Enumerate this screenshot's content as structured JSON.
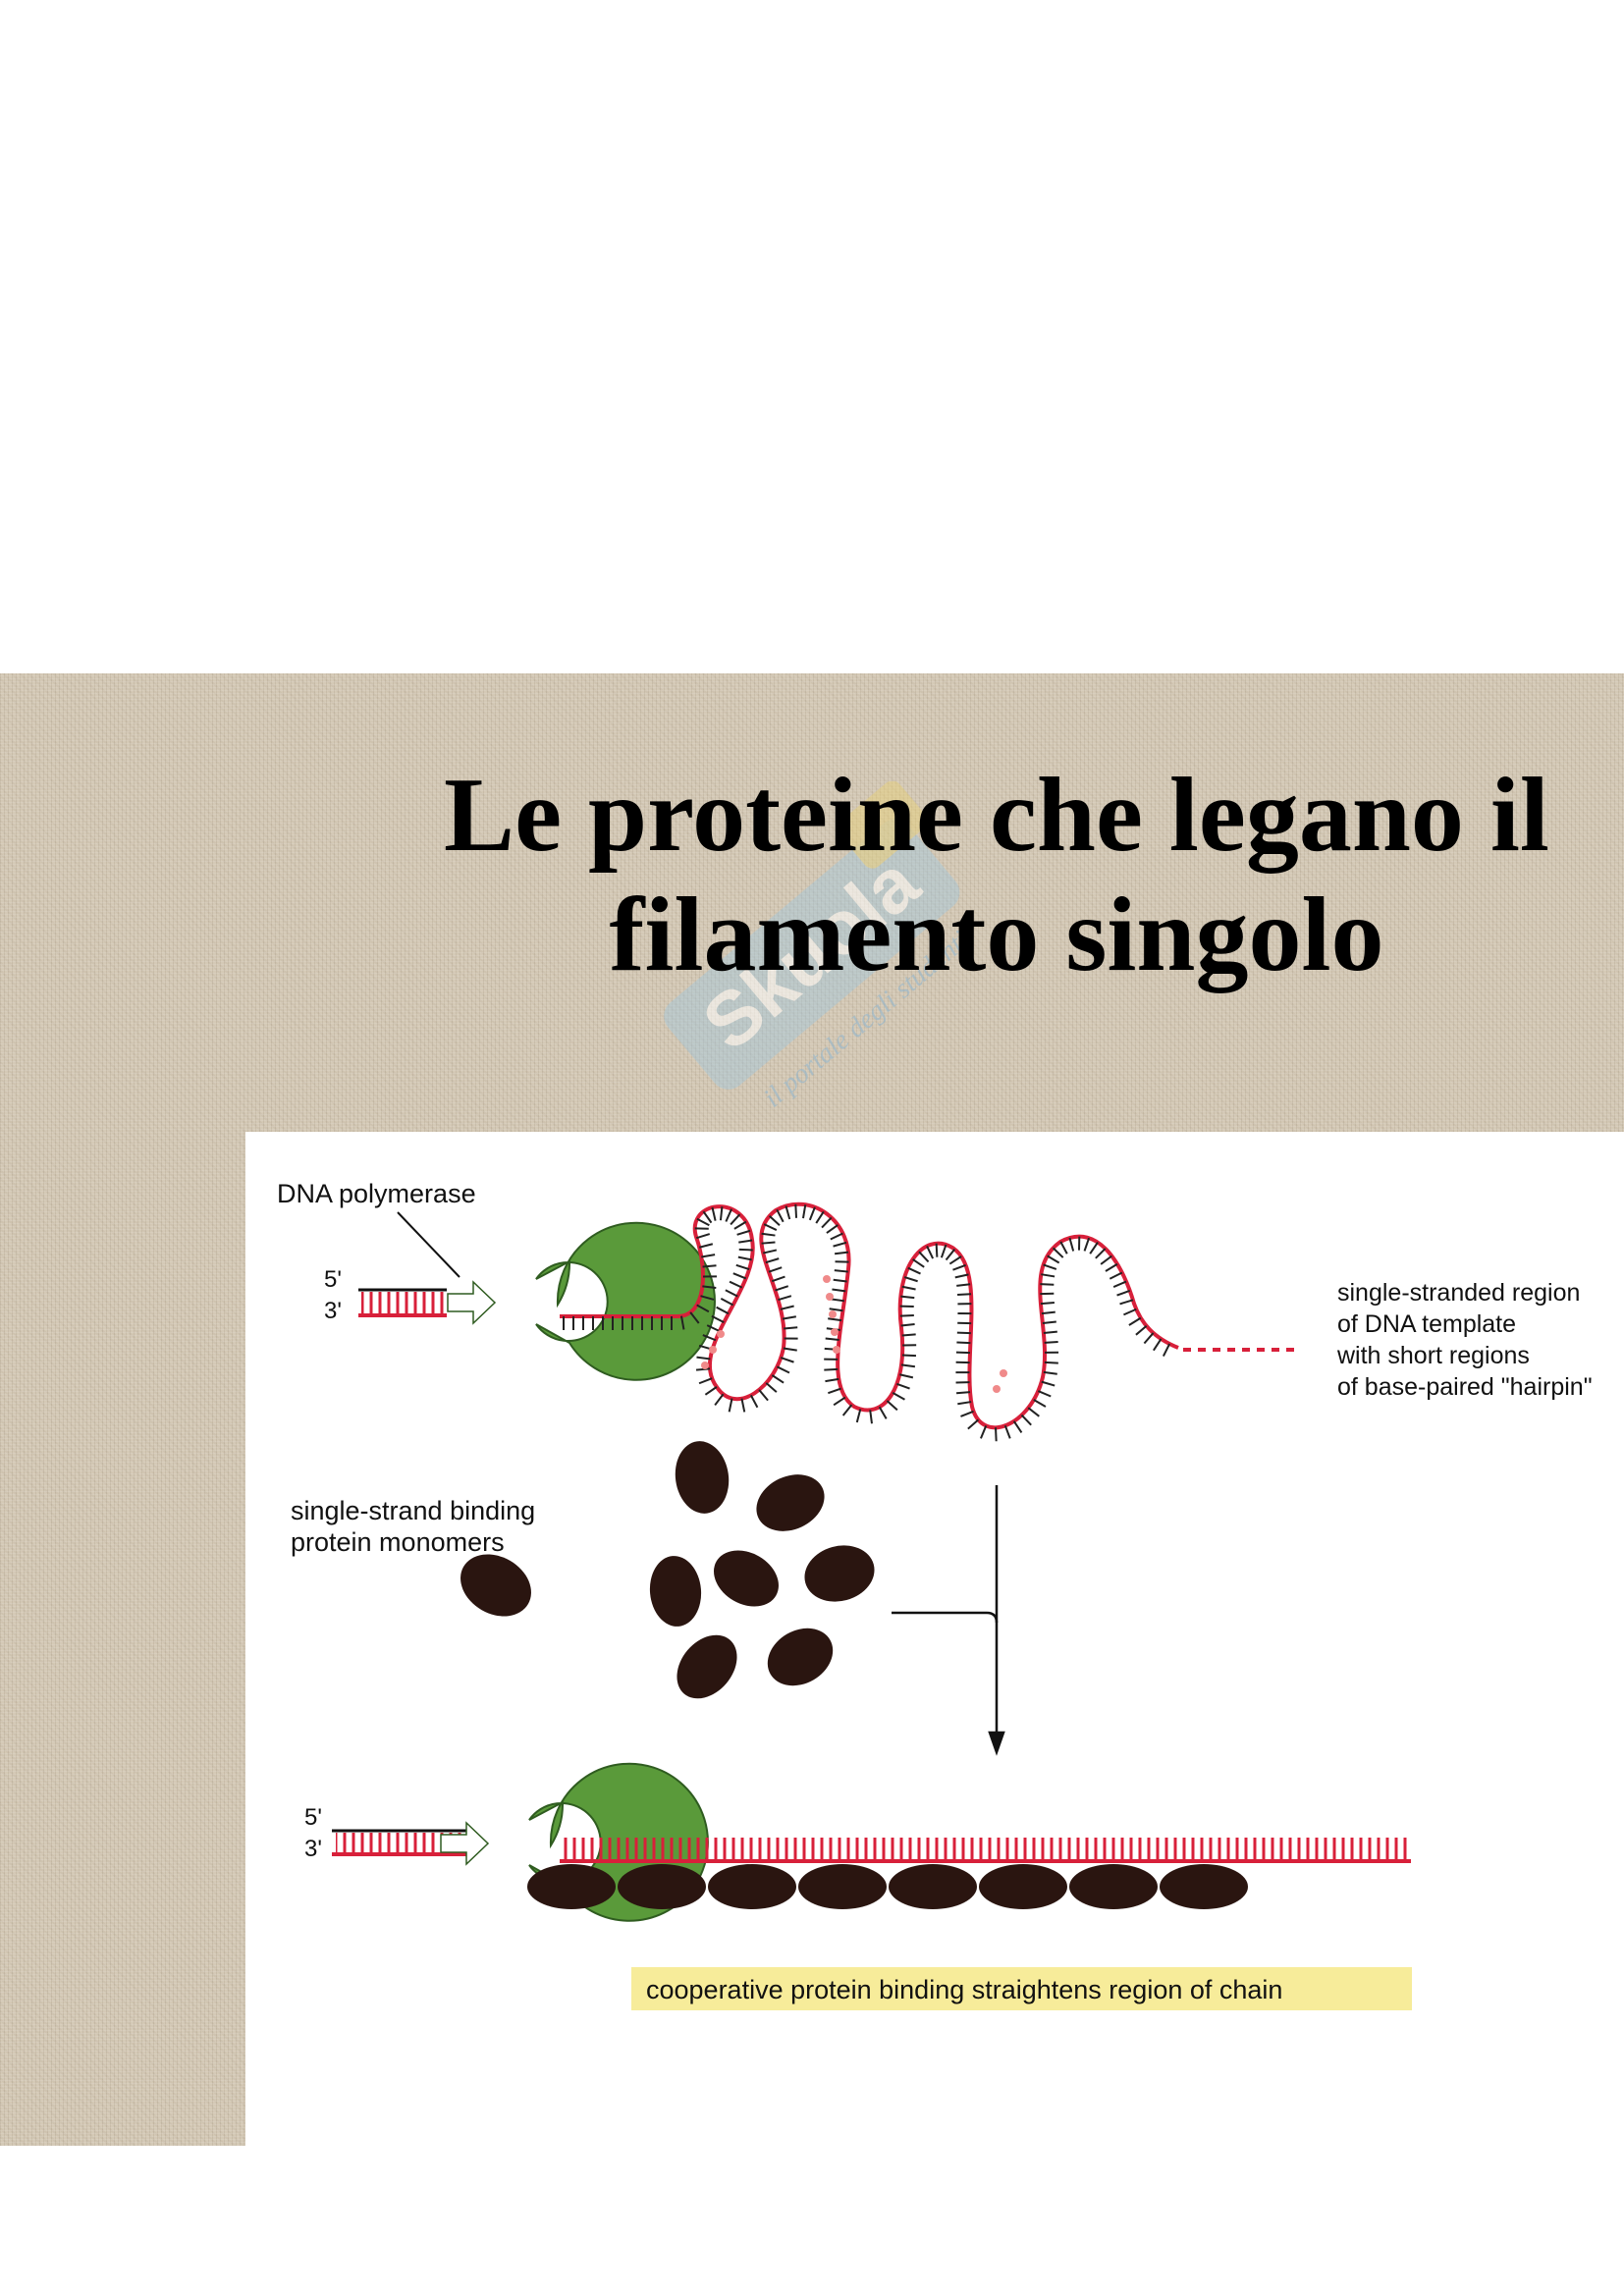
{
  "slide": {
    "title_line1": "Le proteine che legano il",
    "title_line2": "filamento singolo"
  },
  "watermark": {
    "logo_text": "Skuola",
    "tagline": "il portale degli studenti"
  },
  "diagram": {
    "polymerase_label": "DNA polymerase",
    "strand_5": "5'",
    "strand_3": "3'",
    "template_label": [
      "single-stranded region",
      "of DNA template",
      "with short regions",
      "of base-paired \"hairpin\""
    ],
    "ssb_label": [
      "single-strand binding",
      "protein monomers"
    ],
    "caption": "cooperative protein binding straightens region of chain"
  },
  "colors": {
    "strand_red": "#d8203a",
    "polymerase_green": "#5a9a3a",
    "ssb_dark": "#2a1510",
    "caption_highlight": "#f7ec9a"
  }
}
